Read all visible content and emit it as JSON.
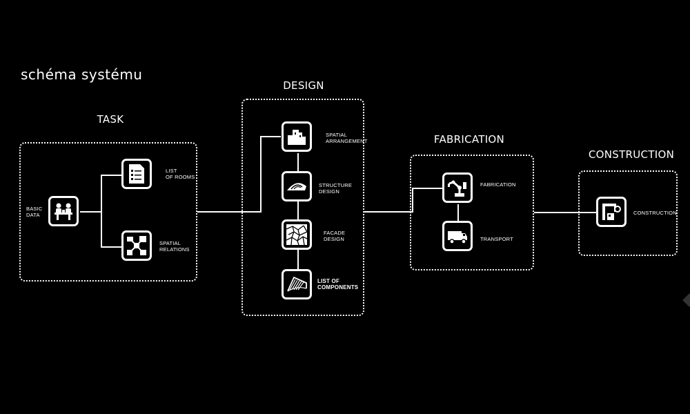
{
  "title": "schéma systému",
  "sections": {
    "task": "TASK",
    "design": "DESIGN",
    "fabrication": "FABRICATION",
    "construction": "CONSTRUCTION"
  },
  "nodes": {
    "basic_data": "BASIC\nDATA",
    "list_of_rooms": "LIST\nOF ROOMS",
    "spatial_relations": "SPATIAL\nRELATIONS",
    "spatial_arrangement": "SPATIAL\nARRANGEMENT",
    "structure_design": "STRUCTURE\nDESIGN",
    "facade_design": "FACADE\nDESIGN",
    "list_of_components": "LIST OF\nCOMPONENTS",
    "fabrication": "FABRICATION",
    "transport": "TRANSPORT",
    "construction": "CONSTRUCTION"
  },
  "icons": {
    "basic_data": "meeting-people-icon",
    "list_of_rooms": "checklist-document-icon",
    "spatial_relations": "network-graph-icon",
    "spatial_arrangement": "block-arrangement-icon",
    "structure_design": "shell-structure-icon",
    "facade_design": "voronoi-pattern-icon",
    "list_of_components": "curved-surface-icon",
    "fabrication": "robot-arm-icon",
    "transport": "truck-icon",
    "construction": "crane-robot-icon"
  }
}
